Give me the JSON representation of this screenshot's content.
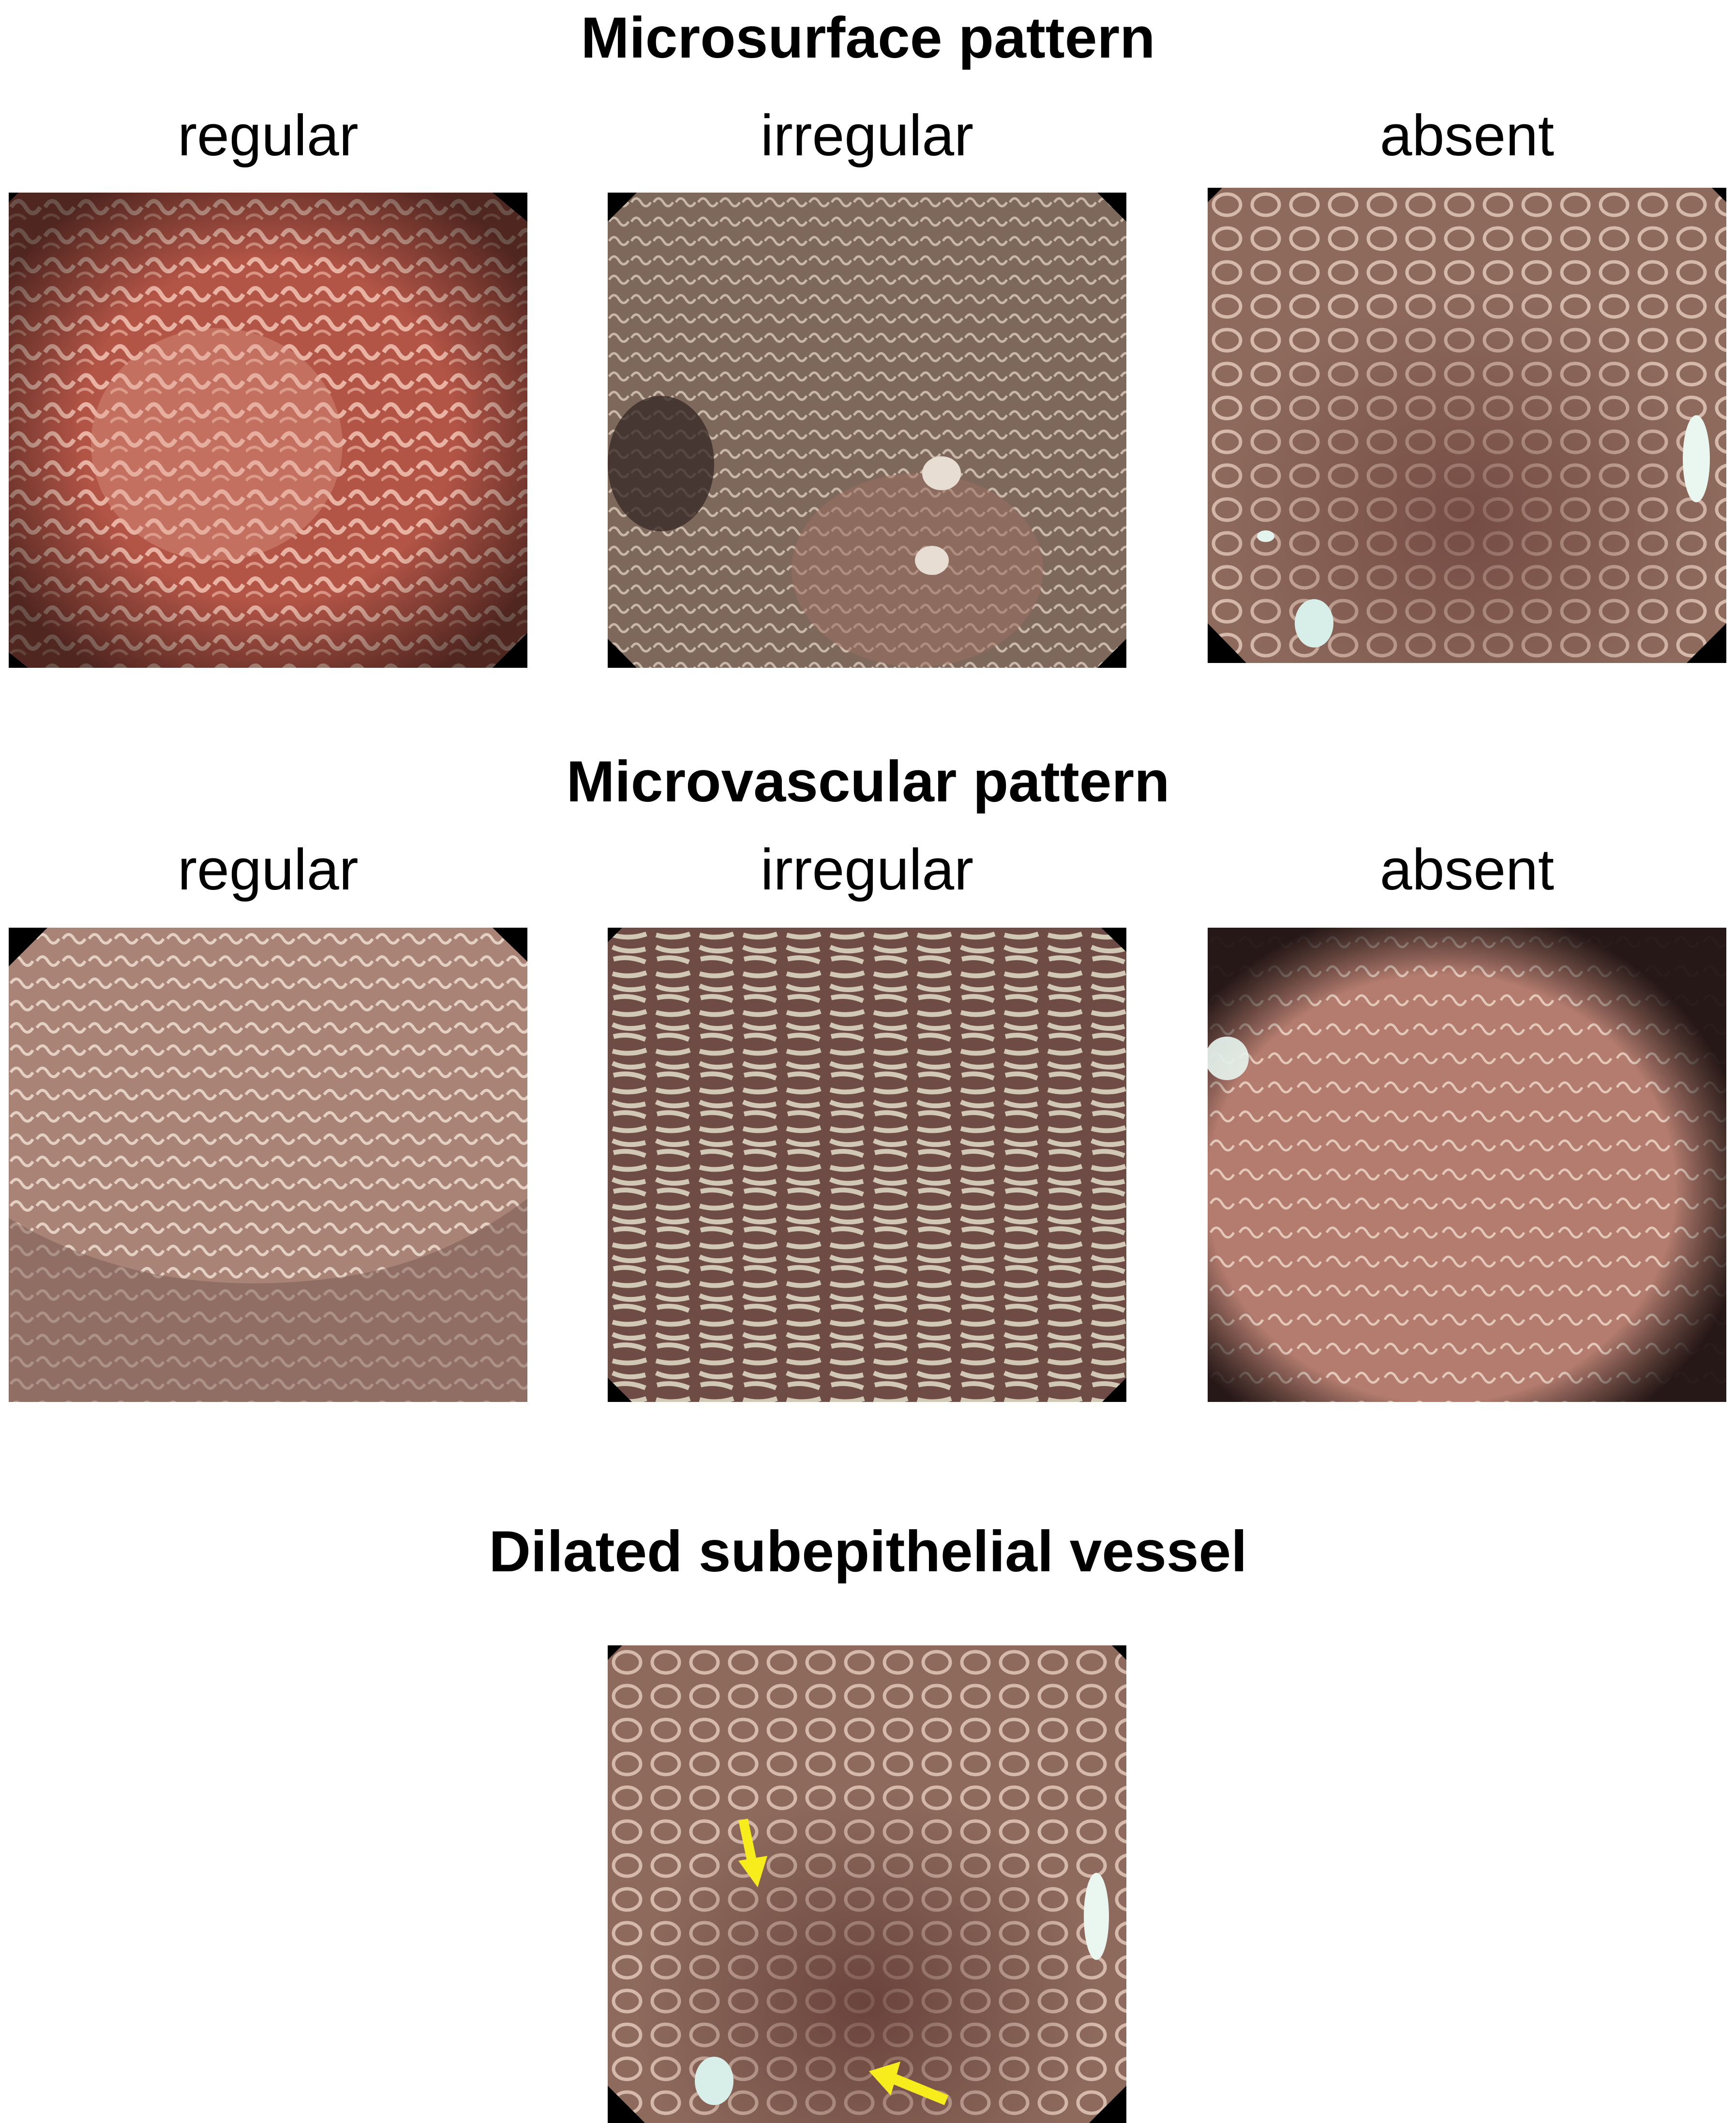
{
  "sections": {
    "microsurface": {
      "title": "Microsurface pattern",
      "labels": [
        "regular",
        "irregular",
        "absent"
      ]
    },
    "microvascular": {
      "title": "Microvascular pattern",
      "labels": [
        "regular",
        "irregular",
        "absent"
      ]
    },
    "dsv": {
      "title": "Dilated subepithelial vessel"
    }
  },
  "colors": {
    "mucosa_red": "#b5574a",
    "mucosa_nbi": "#8a6a5e",
    "mucosa_pale": "#c9a597",
    "arrow": "#f7ec1c",
    "frame": "#000000"
  }
}
